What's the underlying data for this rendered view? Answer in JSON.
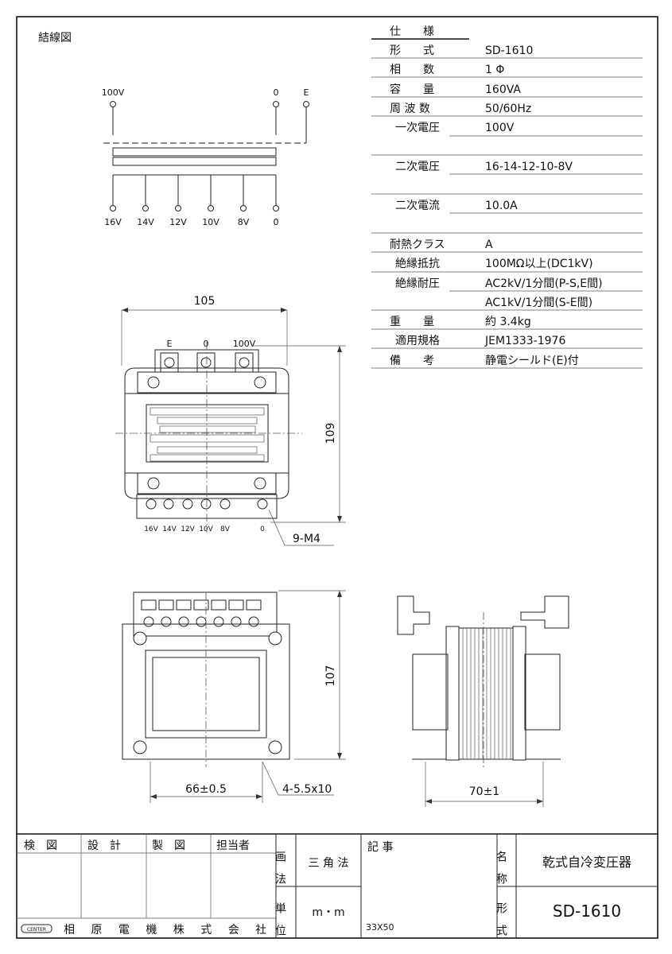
{
  "wiring": {
    "title": "結線図",
    "primary_terminals": [
      "100V",
      "0",
      "E"
    ],
    "secondary_terminals": [
      "16V",
      "14V",
      "12V",
      "10V",
      "8V",
      "0"
    ]
  },
  "spec": {
    "header": "仕　　様",
    "rows": [
      {
        "label": "形　　式",
        "value": "SD-1610"
      },
      {
        "label": "相　　数",
        "value": "1 Φ"
      },
      {
        "label": "容　　量",
        "value": "160VA"
      },
      {
        "label": "周 波 数",
        "value": "50/60Hz"
      },
      {
        "label": "一次電圧",
        "value": "100V"
      },
      {
        "label": "二次電圧",
        "value": "16-14-12-10-8V"
      },
      {
        "label": "二次電流",
        "value": "10.0A"
      },
      {
        "label": "耐熱クラス",
        "value": "A"
      },
      {
        "label": "絶縁抵抗",
        "value": "100MΩ以上(DC1kV)"
      },
      {
        "label": "絶縁耐圧",
        "value": "AC2kV/1分間(P-S,E間)"
      },
      {
        "label": "",
        "value": "AC1kV/1分間(S-E間)"
      },
      {
        "label": "重　　量",
        "value": "約 3.4kg"
      },
      {
        "label": "適用規格",
        "value": "JEM1333-1976"
      },
      {
        "label": "備　　考",
        "value": "静電シールド(E)付"
      }
    ]
  },
  "top_view": {
    "width_dim": "105",
    "height_dim": "109",
    "top_terminals": [
      "E",
      "0",
      "100V"
    ],
    "bottom_terminals": [
      "16V",
      "14V",
      "12V",
      "10V",
      "8V",
      "0"
    ],
    "screw_note": "9-M4"
  },
  "front_view": {
    "height_dim": "107",
    "width_dim": "66±0.5",
    "hole_note": "4-5.5x10"
  },
  "side_view": {
    "width_dim": "70±1"
  },
  "title_block": {
    "check": "検　図",
    "design": "設　計",
    "draft": "製　図",
    "person": "担当者",
    "projection_label": "画法",
    "projection": "三 角 法",
    "unit_label": "単位",
    "unit": "m・m",
    "notes_label": "記 事",
    "notes": "33X50",
    "name_label": "名称",
    "name": "乾式自冷変圧器",
    "model_label": "形式",
    "model": "SD-1610",
    "logo": "CENTER",
    "company": "相 原 電 機 株 式 会 社"
  }
}
